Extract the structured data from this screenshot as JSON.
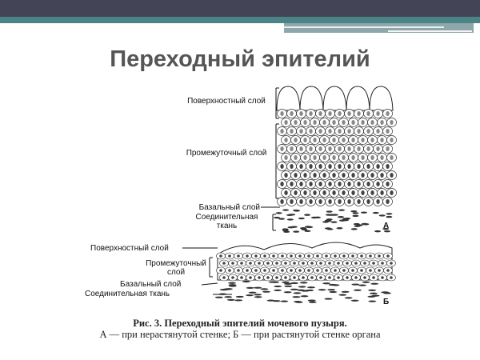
{
  "slide": {
    "title": "Переходный эпителий"
  },
  "figure": {
    "panel_a": {
      "marker": "А",
      "labels": [
        "Поверхностный слой",
        "Промежуточный слой",
        "Базальный слой",
        "Соединительная ткань"
      ]
    },
    "panel_b": {
      "marker": "Б",
      "labels": [
        "Поверхностный слой",
        "Промежуточный слой",
        "Базальный слой",
        "Соединительная ткань"
      ]
    },
    "caption_title": "Рис. 3. Переходный эпителий мочевого пузыря.",
    "caption_text": "А — при нерастянутой стенке; Б — при растянутой стенке органа"
  },
  "colors": {
    "header": "#434556",
    "accent": "#4a8487"
  }
}
